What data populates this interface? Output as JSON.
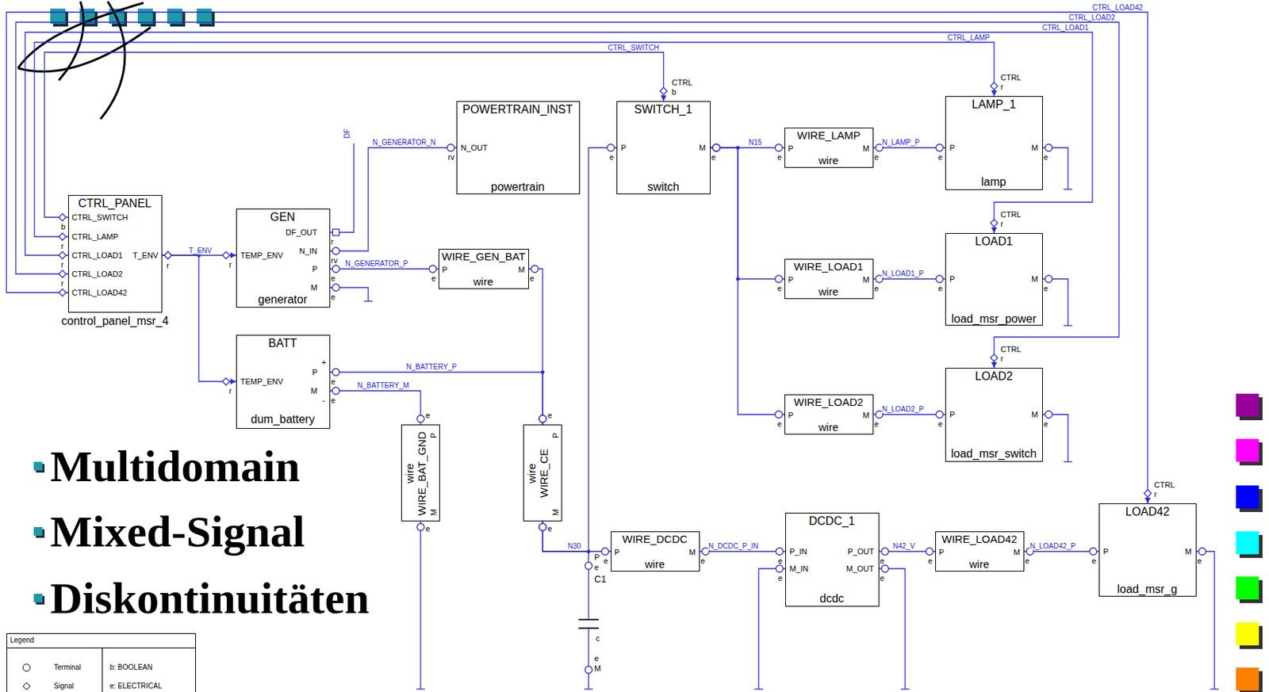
{
  "diagram": {
    "nodes": [
      {
        "text": [
          "CTRL_PANEL",
          "CTRL_SWITCH",
          "CTRL_LAMP",
          "CTRL_LOAD1",
          "CTRL_LOAD2",
          "CTRL_LOAD42",
          "T_ENV",
          "control_panel_msr_4",
          "b",
          "r",
          "r",
          "r",
          "r"
        ]
      },
      {
        "text": [
          "GEN",
          "TEMP_ENV",
          "DF_OUT",
          "N_IN",
          "P",
          "M",
          "generator",
          "r",
          "r",
          "rv",
          "e",
          "e"
        ]
      },
      {
        "text": [
          "BATT",
          "TEMP_ENV",
          "P",
          "M",
          "dum_battery",
          "+",
          "-",
          "r",
          "e",
          "e"
        ]
      },
      {
        "text": [
          "POWERTRAIN_INST",
          "N_OUT",
          "powertrain",
          "rv"
        ]
      },
      {
        "text": [
          "SWITCH_1",
          "P",
          "M",
          "switch",
          "e",
          "e",
          "CTRL",
          "b"
        ]
      },
      {
        "text": [
          "WIRE_LAMP",
          "P",
          "M",
          "wire",
          "e",
          "e"
        ]
      },
      {
        "text": [
          "LAMP_1",
          "P",
          "M",
          "lamp",
          "e",
          "e",
          "CTRL",
          "r"
        ]
      },
      {
        "text": [
          "WIRE_LOAD1",
          "P",
          "M",
          "wire",
          "e",
          "e"
        ]
      },
      {
        "text": [
          "LOAD1",
          "P",
          "M",
          "load_msr_power",
          "e",
          "e",
          "CTRL",
          "r"
        ]
      },
      {
        "text": [
          "WIRE_LOAD2",
          "P",
          "M",
          "wire",
          "e",
          "e"
        ]
      },
      {
        "text": [
          "LOAD2",
          "P",
          "M",
          "load_msr_switch",
          "e",
          "e",
          "CTRL",
          "r"
        ]
      },
      {
        "text": [
          "WIRE_GEN_BAT",
          "P",
          "M",
          "wire",
          "e",
          "e"
        ]
      },
      {
        "text": [
          "wire",
          "WIRE_BAT_GND",
          "P",
          "M",
          "e",
          "e"
        ]
      },
      {
        "text": [
          "wire",
          "WIRE_CE",
          "P",
          "M",
          "e",
          "e"
        ]
      },
      {
        "text": [
          "WIRE_DCDC",
          "P",
          "M",
          "wire",
          "e",
          "e"
        ]
      },
      {
        "text": [
          "DCDC_1",
          "P_IN",
          "M_IN",
          "P_OUT",
          "M_OUT",
          "dcdc",
          "e",
          "e",
          "e",
          "e"
        ]
      },
      {
        "text": [
          "WIRE_LOAD42",
          "P",
          "M",
          "wire",
          "e",
          "e"
        ]
      },
      {
        "text": [
          "LOAD42",
          "P",
          "M",
          "load_msr_g",
          "e",
          "e",
          "CTRL",
          "r"
        ]
      }
    ],
    "edges": [
      {
        "from": 0,
        "to": 4,
        "label": "CTRL_SWITCH",
        "arrow": "to"
      },
      {
        "from": 0,
        "to": 6,
        "label": "CTRL_LAMP",
        "arrow": "to"
      },
      {
        "from": 0,
        "to": 8,
        "label": "CTRL_LOAD1",
        "arrow": "to"
      },
      {
        "from": 0,
        "to": 10,
        "label": "CTRL_LOAD2",
        "arrow": "to"
      },
      {
        "from": 0,
        "to": 17,
        "label": "CTRL_LOAD42",
        "arrow": "to"
      },
      {
        "from": 0,
        "to": 1,
        "label": "T_ENV",
        "arrow": "to"
      },
      {
        "from": 0,
        "to": 2,
        "arrow": "to"
      },
      {
        "from": 3,
        "to": 1,
        "label": "N_GENERATOR_N",
        "arrow": "none"
      },
      {
        "from": 1,
        "to": 11,
        "label": "N_GENERATOR_P",
        "arrow": "none"
      },
      {
        "from": 11,
        "to": 13,
        "arrow": "none"
      },
      {
        "from": 2,
        "to": 13,
        "label": "N_BATTERY_P",
        "arrow": "none"
      },
      {
        "from": 2,
        "to": 12,
        "label": "N_BATTERY_M",
        "arrow": "none"
      },
      {
        "from": 13,
        "to": 14,
        "label": "N30",
        "arrow": "none"
      },
      {
        "from": 13,
        "to": 4,
        "arrow": "none"
      },
      {
        "from": 14,
        "to": 15,
        "label": "N_DCDC_P_IN",
        "arrow": "none"
      },
      {
        "from": 15,
        "to": 16,
        "label": "N42_V",
        "arrow": "none"
      },
      {
        "from": 16,
        "to": 17,
        "label": "N_LOAD42_P",
        "arrow": "none"
      },
      {
        "from": 4,
        "to": 5,
        "label": "N15",
        "arrow": "none"
      },
      {
        "from": 4,
        "to": 7,
        "arrow": "none"
      },
      {
        "from": 4,
        "to": 9,
        "arrow": "none"
      },
      {
        "from": 5,
        "to": 6,
        "label": "N_LAMP_P",
        "arrow": "none"
      },
      {
        "from": 7,
        "to": 8,
        "label": "N_LOAD1_P",
        "arrow": "none"
      },
      {
        "from": 9,
        "to": 10,
        "label": "N_LOAD2_P",
        "arrow": "none"
      }
    ],
    "labels": [
      "Multidomain",
      "Mixed-Signal",
      "Diskontinuitäten",
      "DF",
      "P",
      "e",
      "C1",
      "c",
      "e",
      "M",
      "Legend",
      "b: BOOLEAN",
      "e: ELECTRICAL"
    ],
    "legend": [
      {
        "text": "Terminal"
      },
      {
        "text": "Signal"
      }
    ]
  }
}
